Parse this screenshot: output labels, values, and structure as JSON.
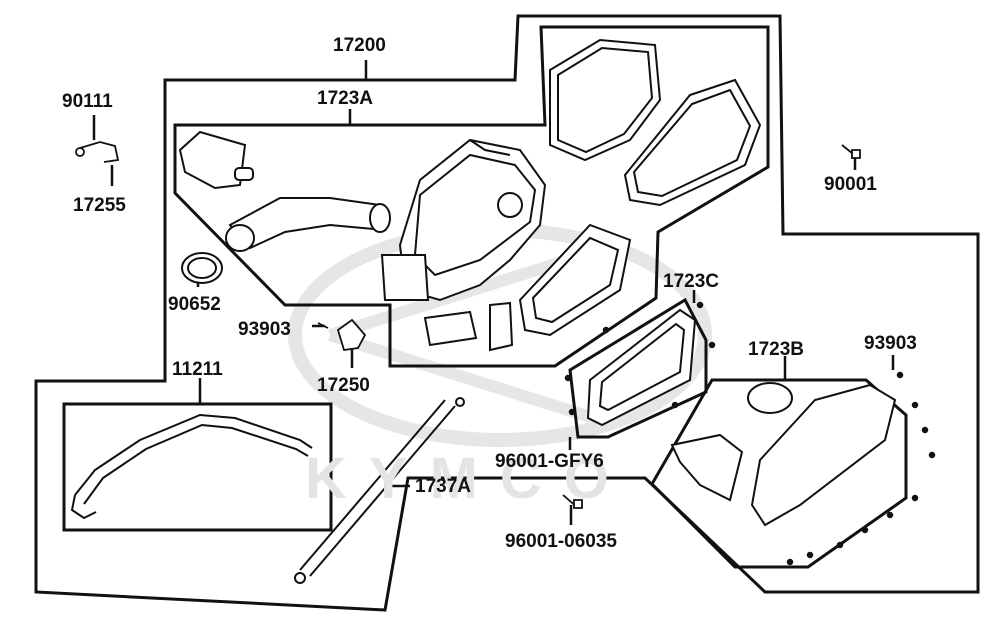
{
  "diagram": {
    "brand_watermark": "KYMCO",
    "colors": {
      "line": "#111111",
      "part_fill": "#ffffff",
      "watermark": "#e4e4e4"
    },
    "callouts": {
      "c17200": "17200",
      "c1723A": "1723A",
      "c90111": "90111",
      "c17255": "17255",
      "c90001": "90001",
      "c90652": "90652",
      "c93903_left": "93903",
      "c17250": "17250",
      "c1723C": "1723C",
      "c1723B": "1723B",
      "c93903_right": "93903",
      "c11211": "11211",
      "c1737A": "1737A",
      "c96001_GFY6": "96001-GFY6",
      "c96001_06035": "96001-06035"
    }
  }
}
